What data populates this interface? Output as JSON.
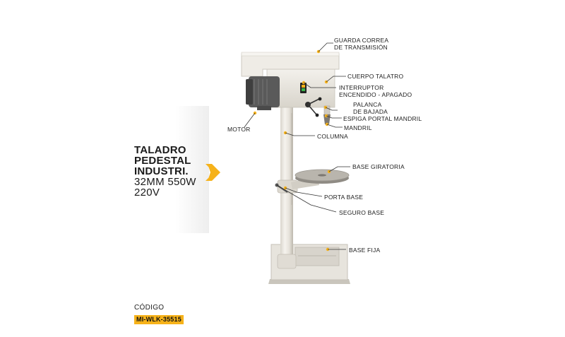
{
  "product": {
    "title_line1": "TALADRO",
    "title_line2": "PEDESTAL",
    "title_line3": "INDUSTRI.",
    "spec_line1": "32MM 550W",
    "spec_line2": "220V"
  },
  "code": {
    "label": "CÓDIGO",
    "value": "MI-WLK-35515"
  },
  "callouts": {
    "guarda_line1": "GUARDA CORREA",
    "guarda_line2": "DE TRANSMISIÓN",
    "cuerpo": "CUERPO TALATRO",
    "interruptor_line1": "INTERRUPTOR",
    "interruptor_line2": "ENCENDIDO - APAGADO",
    "palanca_line1": "PALANCA",
    "palanca_line2": "DE BAJADA",
    "espiga": "ESPIGA PORTAL MANDRIL",
    "mandril": "MANDRIL",
    "motor": "MOTOR",
    "columna": "COLUMNA",
    "base_giratoria": "BASE GIRATORIA",
    "porta_base": "PORTA BASE",
    "seguro_base": "SEGURO BASE",
    "base_fija": "BASE FIJA"
  },
  "colors": {
    "accent": "#f6b21a",
    "machine_body": "#e9e6df",
    "machine_shadow": "#cfcbc2",
    "dark_parts": "#3a3a3a"
  }
}
